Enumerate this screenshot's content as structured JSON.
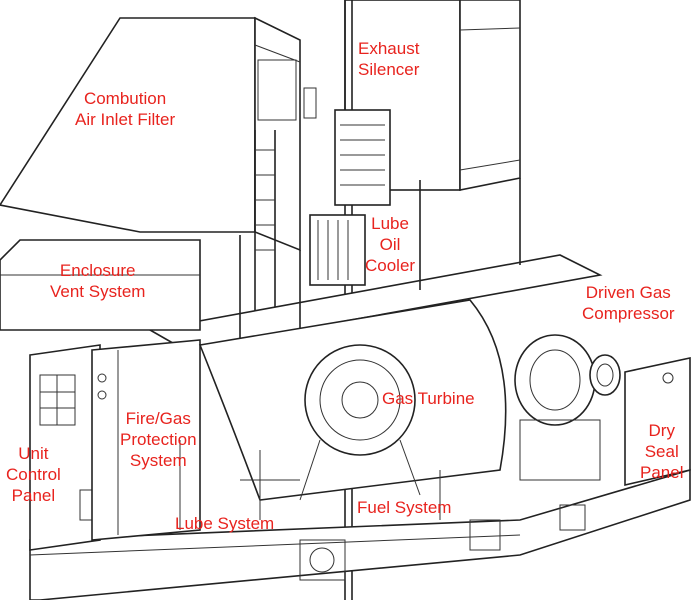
{
  "label_color": "#e8231e",
  "labels": {
    "exhaust_silencer": [
      "Exhaust",
      "Silencer"
    ],
    "air_inlet_filter": [
      "Combution",
      "Air Inlet Filter"
    ],
    "lube_oil_cooler": [
      "Lube",
      "Oil",
      "Cooler"
    ],
    "enclosure_vent": [
      "Enclosure",
      "Vent System"
    ],
    "driven_gas_compressor": [
      "Driven Gas",
      "Compressor"
    ],
    "gas_turbine": [
      "Gas Turbine"
    ],
    "fire_gas_protection": [
      "Fire/Gas",
      "Protection",
      "System"
    ],
    "unit_control_panel": [
      "Unit",
      "Control",
      "Panel"
    ],
    "dry_seal_panel": [
      "Dry",
      "Seal",
      "Panel"
    ],
    "lube_system": [
      "Lube System"
    ],
    "fuel_system": [
      "Fuel System"
    ]
  }
}
